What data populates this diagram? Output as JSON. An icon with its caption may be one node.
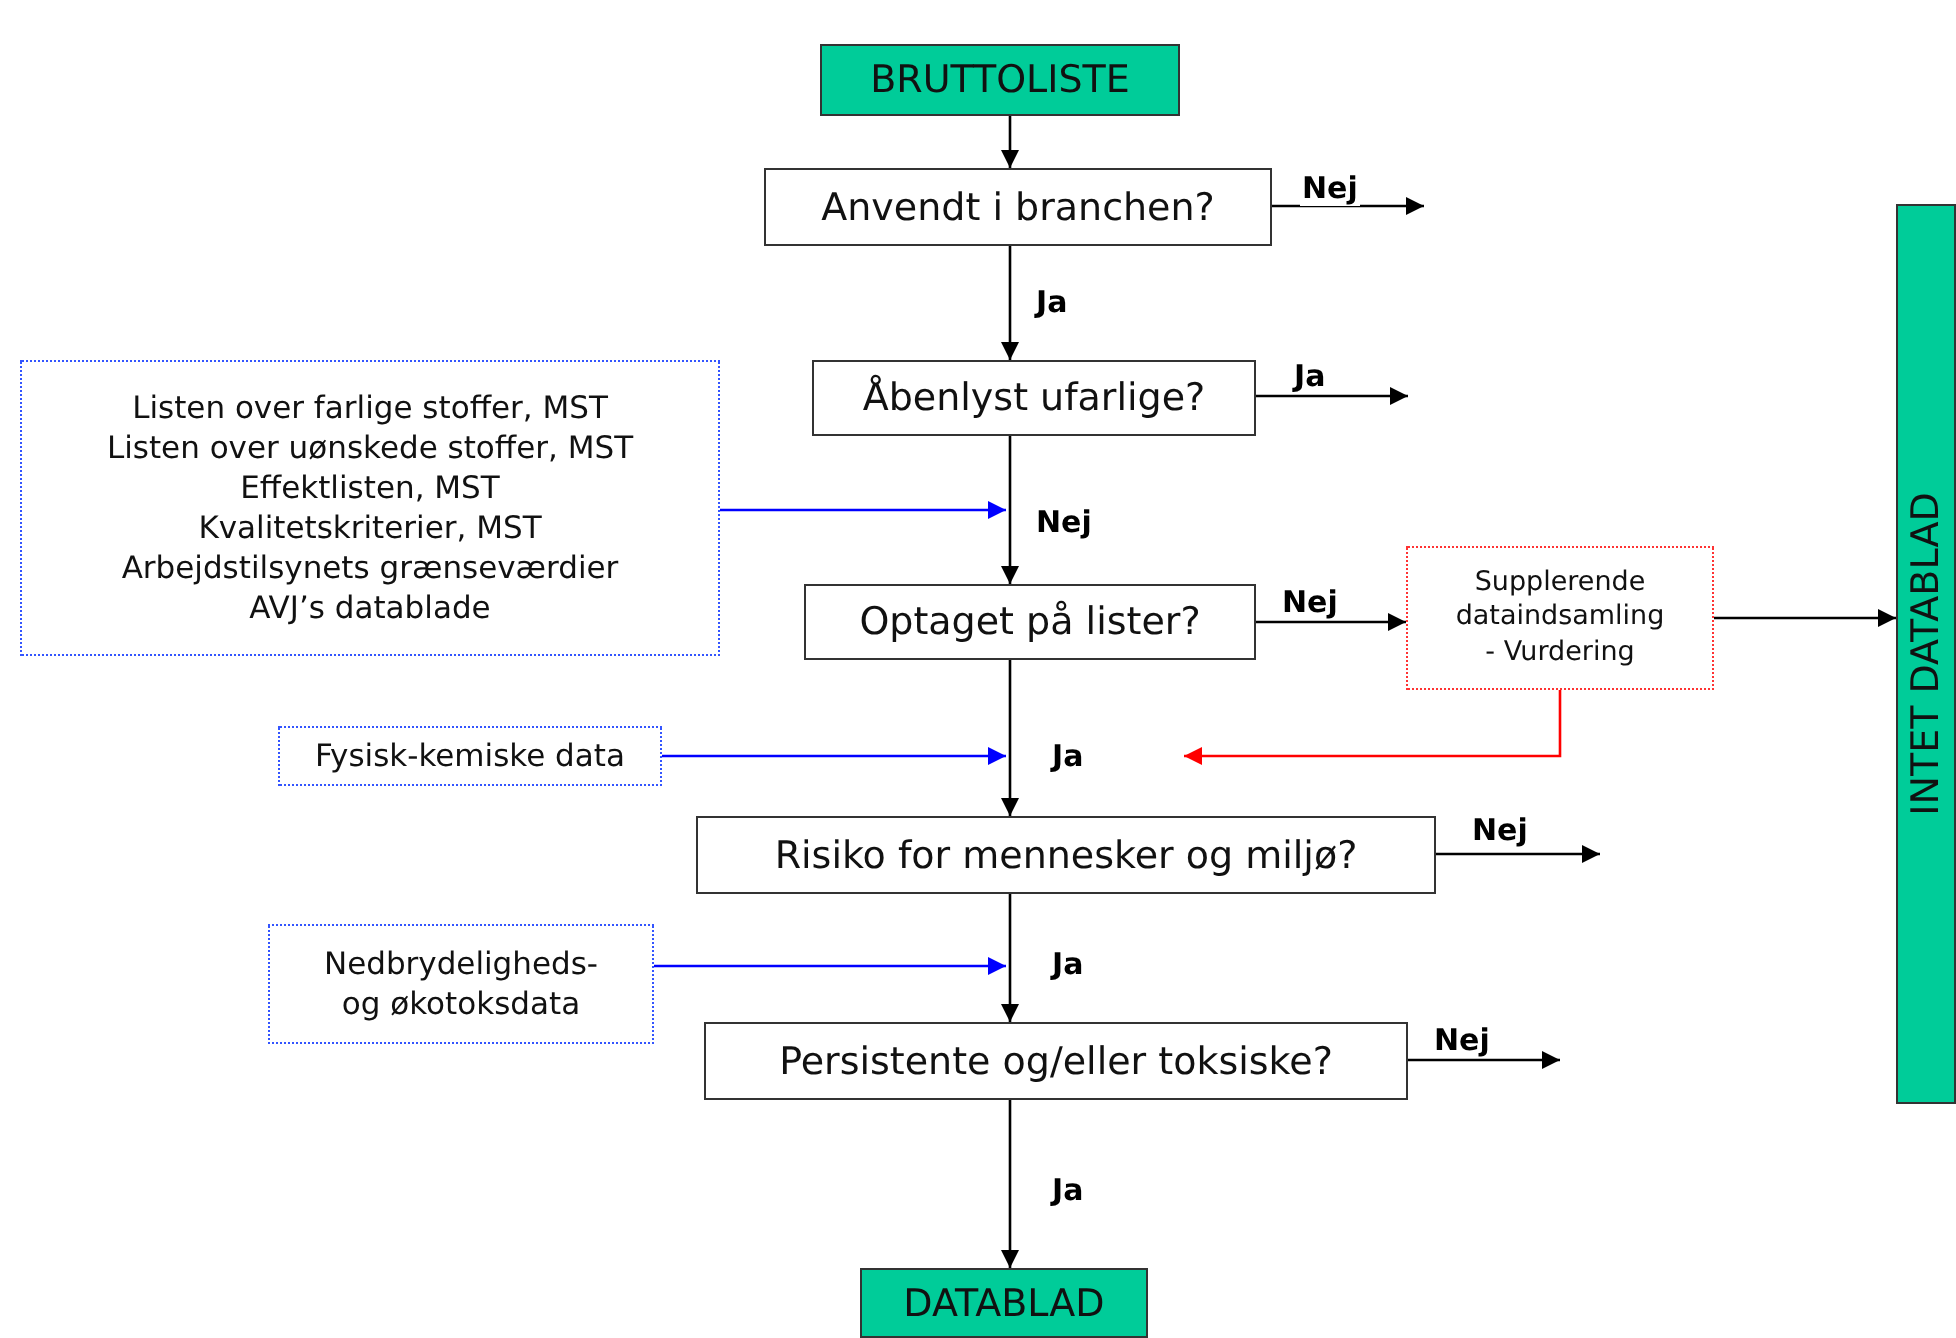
{
  "diagram": {
    "nodes": [
      {
        "text": [
          "BRUTTOLISTE"
        ]
      },
      {
        "text": [
          "Anvendt i branchen?"
        ]
      },
      {
        "text": [
          "Åbenlyst ufarlige?"
        ]
      },
      {
        "text": [
          "Listen over farlige stoffer, MST",
          "Listen over uønskede stoffer, MST",
          "Effektlisten, MST",
          "Kvalitetskriterier, MST",
          "Arbejdstilsynets grænseværdier",
          "AVJ’s datablade"
        ]
      },
      {
        "text": [
          "Optaget på lister?"
        ]
      },
      {
        "text": [
          "Supplerende dataindsamling - Vurdering"
        ]
      },
      {
        "text": [
          "Fysisk-kemiske data"
        ]
      },
      {
        "text": [
          "Risiko for mennesker og miljø?"
        ]
      },
      {
        "text": [
          "Nedbrydeligheds- og økotoksdata"
        ]
      },
      {
        "text": [
          "Persistente og/eller toksiske?"
        ]
      },
      {
        "text": [
          "DATABLAD"
        ]
      },
      {
        "text": [
          "INTET DATABLAD"
        ]
      }
    ],
    "edges": [
      {
        "from": 0,
        "to": 1,
        "arrow": "to"
      },
      {
        "from": 1,
        "to": null,
        "arrow": "to",
        "label": "Nej"
      },
      {
        "from": 1,
        "to": 2,
        "arrow": "to",
        "label": "Ja"
      },
      {
        "from": 2,
        "to": null,
        "arrow": "to",
        "label": "Ja"
      },
      {
        "from": 2,
        "to": 4,
        "arrow": "to",
        "label": "Nej"
      },
      {
        "from": 3,
        "to": null,
        "arrow": "to",
        "color": "#0000ff"
      },
      {
        "from": 4,
        "to": 5,
        "arrow": "to",
        "label": "Nej"
      },
      {
        "from": 5,
        "to": 11,
        "arrow": "to"
      },
      {
        "from": 5,
        "to": null,
        "arrow": "to",
        "color": "#ff0000"
      },
      {
        "from": 4,
        "to": 7,
        "arrow": "to",
        "label": "Ja"
      },
      {
        "from": 6,
        "to": null,
        "arrow": "to",
        "color": "#0000ff"
      },
      {
        "from": 7,
        "to": null,
        "arrow": "to",
        "label": "Nej"
      },
      {
        "from": 7,
        "to": 9,
        "arrow": "to",
        "label": "Ja"
      },
      {
        "from": 8,
        "to": null,
        "arrow": "to",
        "color": "#0000ff"
      },
      {
        "from": 9,
        "to": null,
        "arrow": "to",
        "label": "Nej"
      },
      {
        "from": 9,
        "to": 10,
        "arrow": "to",
        "label": "Ja"
      }
    ]
  }
}
